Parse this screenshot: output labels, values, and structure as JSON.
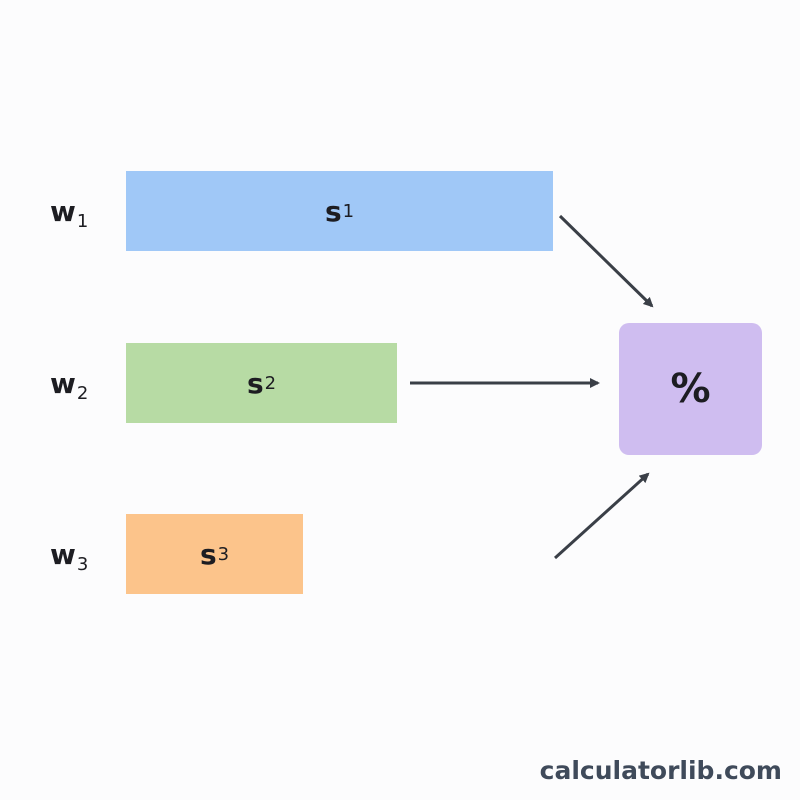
{
  "weights": [
    {
      "base": "w",
      "sub": "1"
    },
    {
      "base": "w",
      "sub": "2"
    },
    {
      "base": "w",
      "sub": "3"
    }
  ],
  "bars": [
    {
      "base": "s",
      "sub": "1",
      "color": "#a0c8f7"
    },
    {
      "base": "s",
      "sub": "2",
      "color": "#b7dba4"
    },
    {
      "base": "s",
      "sub": "3",
      "color": "#fcc48b"
    }
  ],
  "result": {
    "symbol": "%",
    "color": "#cfbdf0"
  },
  "arrow_color": "#3a3f47",
  "watermark": "calculatorlib.com"
}
